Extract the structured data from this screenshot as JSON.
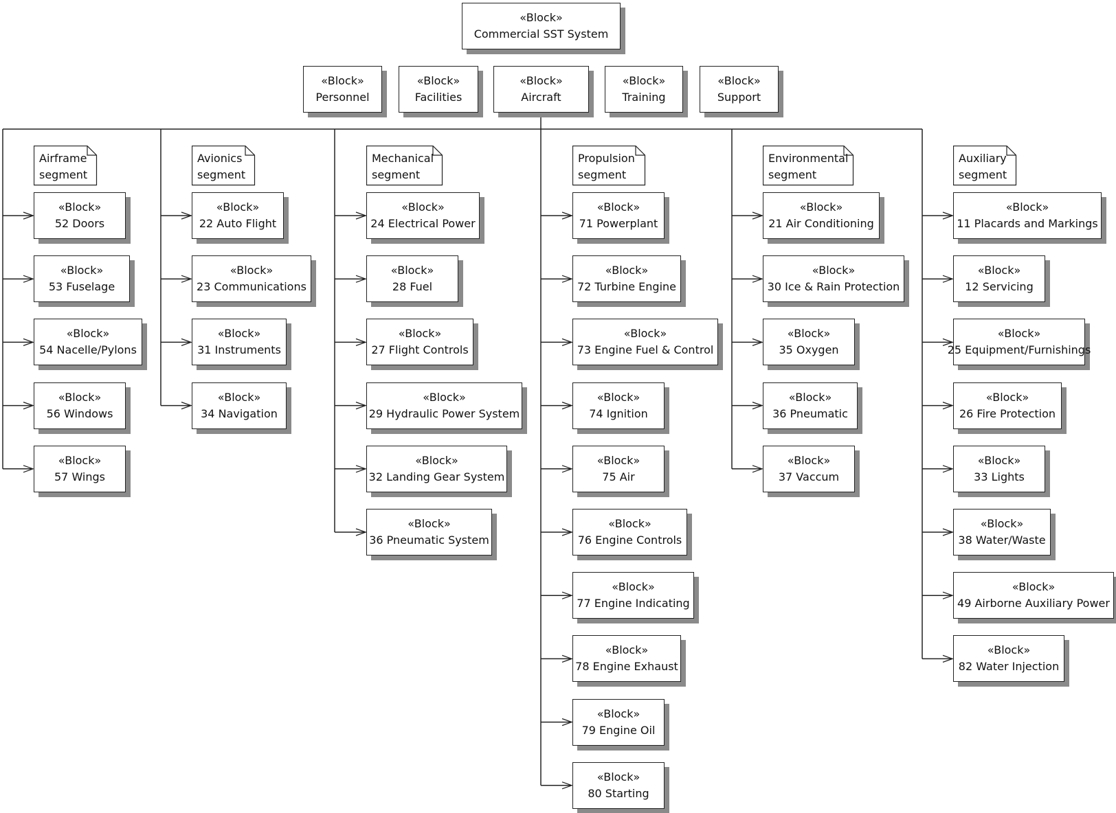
{
  "stereotype": "«Block»",
  "root": {
    "name": "Commercial SST System"
  },
  "tier1": [
    {
      "name": "Personnel"
    },
    {
      "name": "Facilities"
    },
    {
      "name": "Aircraft"
    },
    {
      "name": "Training"
    },
    {
      "name": "Support"
    }
  ],
  "segments": [
    {
      "note": [
        "Airframe",
        "segment"
      ],
      "blocks": [
        "52 Doors",
        "53 Fuselage",
        "54 Nacelle/Pylons",
        "56 Windows",
        "57 Wings"
      ]
    },
    {
      "note": [
        "Avionics",
        "segment"
      ],
      "blocks": [
        "22 Auto Flight",
        "23 Communications",
        "31 Instruments",
        "34 Navigation"
      ]
    },
    {
      "note": [
        "Mechanical",
        "segment"
      ],
      "blocks": [
        "24 Electrical Power",
        "28 Fuel",
        "27 Flight Controls",
        "29 Hydraulic Power System",
        "32 Landing Gear System",
        "36 Pneumatic System"
      ]
    },
    {
      "note": [
        "Propulsion",
        "segment"
      ],
      "blocks": [
        "71 Powerplant",
        "72 Turbine Engine",
        "73 Engine Fuel & Control",
        "74 Ignition",
        "75 Air",
        "76 Engine Controls",
        "77 Engine Indicating",
        "78 Engine Exhaust",
        "79 Engine Oil",
        "80 Starting"
      ]
    },
    {
      "note": [
        "Environmental",
        "segment"
      ],
      "blocks": [
        "21 Air Conditioning",
        "30 Ice & Rain Protection",
        "35 Oxygen",
        "36 Pneumatic",
        "37 Vaccum"
      ]
    },
    {
      "note": [
        "Auxiliary",
        "segment"
      ],
      "blocks": [
        "11 Placards and Markings",
        "12 Servicing",
        "25 Equipment/Furnishings",
        "26 Fire Protection",
        "33 Lights",
        "38 Water/Waste",
        "49 Airborne Auxiliary Power",
        "82 Water Injection"
      ]
    }
  ]
}
